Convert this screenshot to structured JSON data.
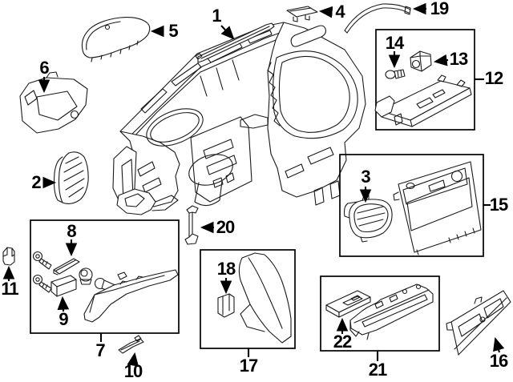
{
  "diagram": {
    "background_color": "#ffffff",
    "line_color": "#1a1a1a",
    "callouts": {
      "c1": {
        "label": "1"
      },
      "c2": {
        "label": "2"
      },
      "c3": {
        "label": "3"
      },
      "c4": {
        "label": "4"
      },
      "c5": {
        "label": "5"
      },
      "c6": {
        "label": "6"
      },
      "c7": {
        "label": "7"
      },
      "c8": {
        "label": "8"
      },
      "c9": {
        "label": "9"
      },
      "c10": {
        "label": "10"
      },
      "c11": {
        "label": "11"
      },
      "c12": {
        "label": "12"
      },
      "c13": {
        "label": "13"
      },
      "c14": {
        "label": "14"
      },
      "c15": {
        "label": "15"
      },
      "c16": {
        "label": "16"
      },
      "c17": {
        "label": "17"
      },
      "c18": {
        "label": "18"
      },
      "c19": {
        "label": "19"
      },
      "c20": {
        "label": "20"
      },
      "c21": {
        "label": "21"
      },
      "c22": {
        "label": "22"
      }
    }
  }
}
